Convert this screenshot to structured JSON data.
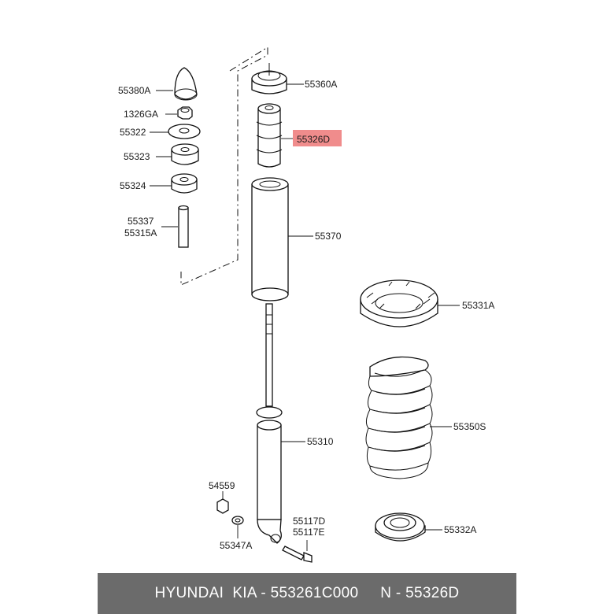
{
  "labels": {
    "p55380A": "55380A",
    "p1326GA": "1326GA",
    "p55322": "55322",
    "p55323": "55323",
    "p55324": "55324",
    "p55337": "55337",
    "p55315A": "55315A",
    "p55360A": "55360A",
    "p55326D": "55326D",
    "p55370": "55370",
    "p55331A": "55331A",
    "p55350S": "55350S",
    "p55310": "55310",
    "p54559": "54559",
    "p55347A": "55347A",
    "p55117D": "55117D",
    "p55117E": "55117E",
    "p55332A": "55332A"
  },
  "highlight_color": "#f08c8c",
  "footer": {
    "text": "HYUNDAI  KIA - 553261C000     N - 55326D"
  }
}
